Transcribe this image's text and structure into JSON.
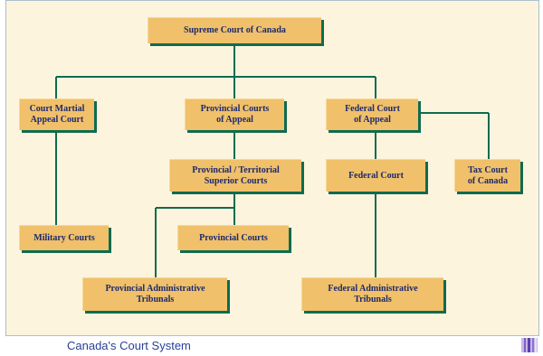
{
  "courts": {
    "supreme": "Supreme Court of Canada",
    "court_martial_appeal": "Court Martial\nAppeal Court",
    "provincial_appeal": "Provincial Courts\nof Appeal",
    "federal_appeal": "Federal Court\nof Appeal",
    "provincial_superior": "Provincial / Territorial\nSuperior Courts",
    "federal_court": "Federal Court",
    "tax_court": "Tax Court\nof Canada",
    "military": "Military Courts",
    "provincial": "Provincial Courts",
    "provincial_admin": "Provincial Administrative\nTribunals",
    "federal_admin": "Federal Administrative\nTribunals"
  },
  "caption": "Canada's Court System",
  "colors": {
    "box_fill": "#f0c06a",
    "connector": "#0f6b4f",
    "text": "#1d2a6e",
    "background": "#fdf4de"
  },
  "icons": {
    "corner": "decorative-stripes-icon"
  }
}
